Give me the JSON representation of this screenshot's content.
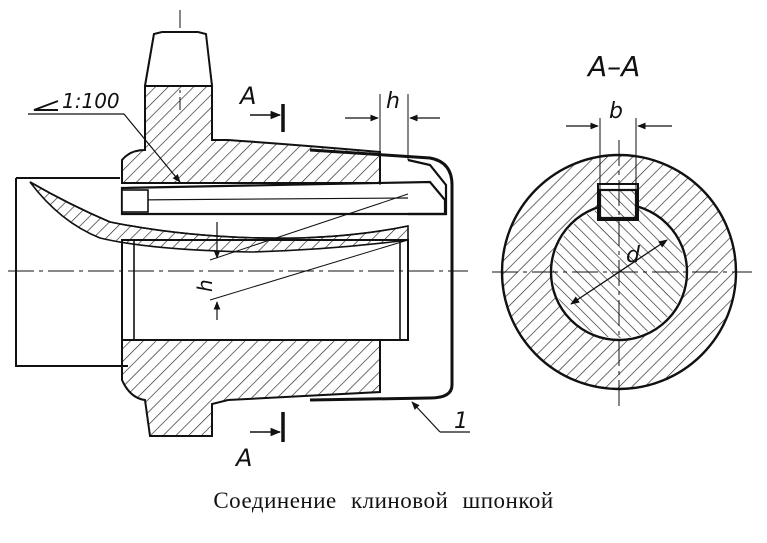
{
  "labels": {
    "taper": "1:100",
    "section_top": "A",
    "section_bottom": "A",
    "section_title": "A–A",
    "h_top": "h",
    "h_side": "h",
    "b": "b",
    "d": "d",
    "part_number": "1"
  },
  "caption": "Соединение клиновой шпонкой"
}
